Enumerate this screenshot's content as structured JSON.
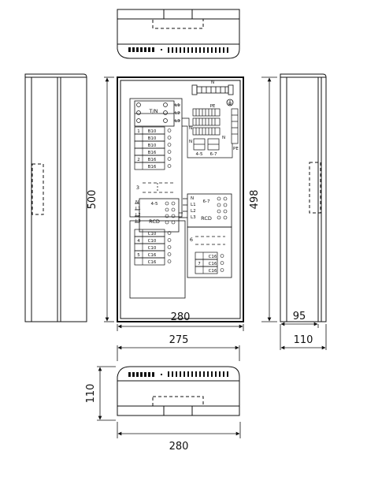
{
  "dimensions": {
    "front_width": "280",
    "front_height": "500",
    "side_height": "498",
    "depth_inner": "95",
    "depth_outer": "110",
    "bottom_width": "275",
    "bottom_depth": "110",
    "bottom_width_outer": "280"
  },
  "terminals": {
    "n": "N",
    "pe": "PE",
    "pe_lower": "PE",
    "nr": "N",
    "l1": "L1",
    "l2": "L2",
    "l3": "L3",
    "tn": "T/N",
    "group_45": "4-5",
    "group_67": "6-7"
  },
  "left_upper_breakers": [
    {
      "num": "1",
      "label": "B10"
    },
    {
      "num": "",
      "label": "B10"
    },
    {
      "num": "",
      "label": "B10"
    },
    {
      "num": "",
      "label": "B16"
    },
    {
      "num": "2",
      "label": "B16"
    },
    {
      "num": "",
      "label": "B16"
    }
  ],
  "left_lower_breakers": [
    {
      "num": "",
      "label": "C10"
    },
    {
      "num": "4",
      "label": "C10"
    },
    {
      "num": "",
      "label": "C10"
    },
    {
      "num": "5",
      "label": "C16"
    },
    {
      "num": "",
      "label": "C16"
    }
  ],
  "right_lower_breakers": [
    {
      "num": "",
      "label": "C16"
    },
    {
      "num": "7",
      "label": "C16"
    },
    {
      "num": "",
      "label": "C16"
    }
  ],
  "rcd": {
    "left_label": "RCD",
    "left_group": "4-5",
    "right_label": "RCD",
    "right_group": "6-7",
    "n": "N",
    "l1": "L1",
    "l2": "L2",
    "l3": "L3"
  },
  "section_numbers": {
    "three": "3",
    "six": "6"
  }
}
